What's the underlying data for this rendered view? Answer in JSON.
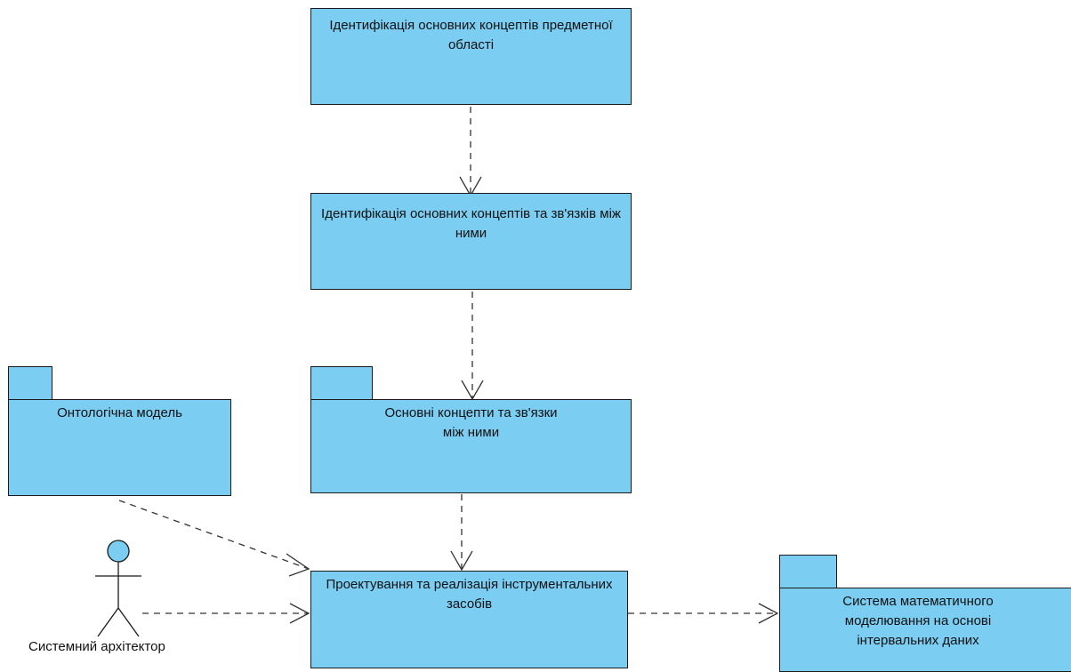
{
  "colors": {
    "fill": "#7bcdf2",
    "stroke": "#1a1a1a",
    "line": "#333333"
  },
  "nodes": {
    "identify_domain": {
      "text": "Ідентифікація основних концептів предметної області"
    },
    "identify_relations": {
      "text": "Ідентифікація основних концептів та зв'язків між ними"
    },
    "ontology_model": {
      "text": "Онтологічна модель"
    },
    "concepts_relations": {
      "text": "Основні концепти та зв'язки між ними"
    },
    "design_tools": {
      "text": "Проектування та реалізація інструментальних засобів"
    },
    "modeling_system": {
      "text": "Система математичного моделювання на основі інтервальних даних"
    }
  },
  "actor": {
    "label": "Системний архітектор"
  }
}
